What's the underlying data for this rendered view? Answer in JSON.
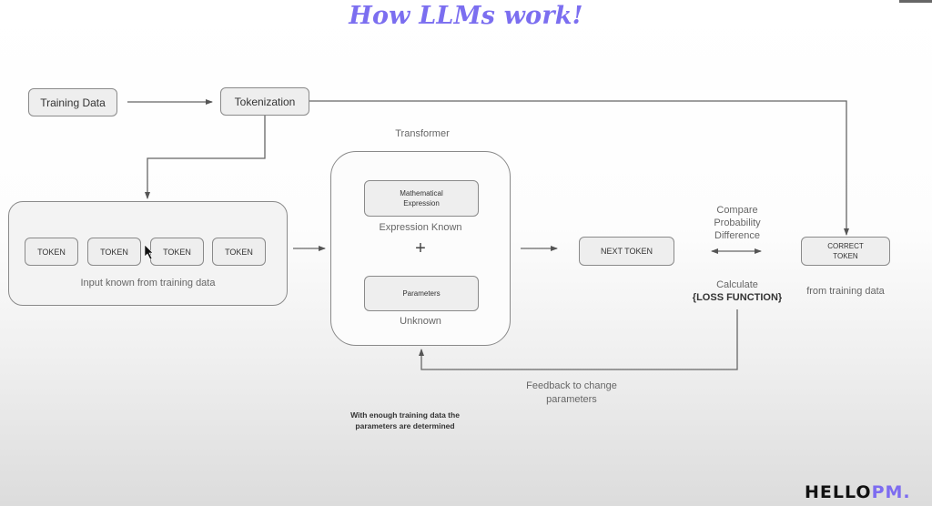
{
  "title": "How LLMs work!",
  "nodes": {
    "training_data": "Training Data",
    "tokenization": "Tokenization",
    "tokens": [
      "TOKEN",
      "TOKEN",
      "TOKEN",
      "TOKEN"
    ],
    "input_caption": "Input known from training data",
    "transformer_label": "Transformer",
    "math_expression": "Mathematical Expression",
    "expression_known": "Expression Known",
    "plus": "+",
    "parameters": "Parameters",
    "unknown": "Unknown",
    "next_token": "NEXT TOKEN",
    "compare_line1": "Compare",
    "compare_line2": "Probability",
    "compare_line3": "Difference",
    "calculate": "Calculate",
    "loss_function": "{LOSS FUNCTION}",
    "correct_token_line1": "CORRECT",
    "correct_token_line2": "TOKEN",
    "from_training_data": "from training data",
    "feedback_line1": "Feedback to change",
    "feedback_line2": "parameters",
    "note_line1": "With enough training data the",
    "note_line2": "parameters are determined"
  },
  "brand": {
    "hello": "HELLO",
    "pm": "PM."
  },
  "colors": {
    "title": "#7b6ef0",
    "brand_accent": "#7d6cf0"
  }
}
